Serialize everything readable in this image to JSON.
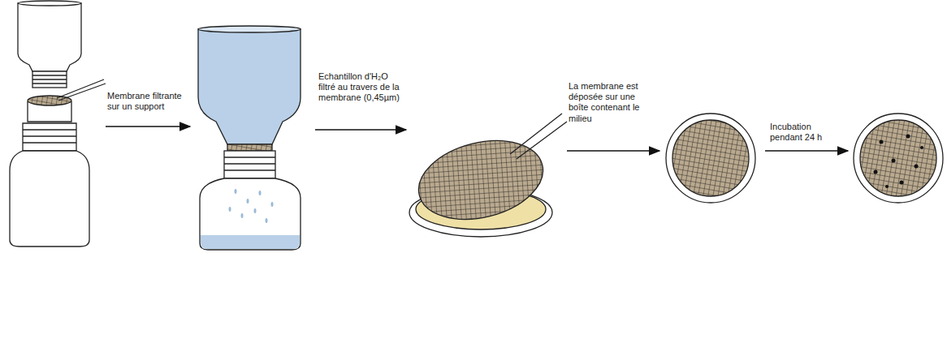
{
  "diagram": {
    "labels": [
      "Membrane filtrante sur un support",
      "Echantillon d'H₂O filtré au travers de la membrane (0,45µm)",
      "La membrane est déposée sur une boîte contenant le milieu",
      "Incubation pendant 24 h"
    ]
  }
}
